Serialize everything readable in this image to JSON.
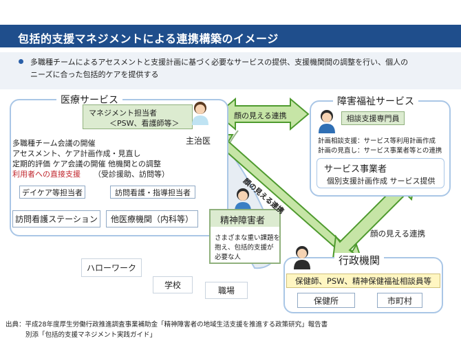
{
  "title": "包括的支援マネジメントによる連携構築のイメージ",
  "intro": {
    "line1": "多職種チームによるアセスメントと支援計画に基づく必要なサービスの提供、支援機関間の調整を行い、個人の",
    "line2": "ニーズに合った包括的ケアを提供する"
  },
  "medical": {
    "title": "医療サービス",
    "manager_line1": "マネジメント担当者",
    "manager_line2": "＜PSW、看護師等＞",
    "attending_doctor": "主治医",
    "lines": [
      "多職種チーム会議の開催",
      "アセスメント、ケア計画作成・見直し",
      "定期的評価  ケア会議の開催    他機関との調整",
      "利用者への直接支援"
    ],
    "direct_support_note": "（受診援助、訪問等）",
    "daycare": "デイケア等担当者",
    "home_nursing_staff": "訪問看護・指導担当者",
    "home_nursing_station": "訪問看護ステーション",
    "other_medical": "他医療機関（内科等）"
  },
  "welfare": {
    "title": "障害福祉サービス",
    "specialist": "相談支援専門員",
    "note1": "計画相談支援：サービス等利用計画作成",
    "note2": "計画の見直し：サービス事業者等との連携",
    "provider_title": "サービス事業者",
    "provider_note": "個別支援計画作成  サービス提供"
  },
  "patient": {
    "title": "精神障害者",
    "note1": "さまざまな重い課題を",
    "note2": "抱え、包括的支援が",
    "note3": "必要な人"
  },
  "government": {
    "title": "行政機関",
    "staff": "保健師、PSW、精神保健福祉相談員等",
    "health_center": "保健所",
    "municipality": "市町村"
  },
  "community": {
    "hello_work": "ハローワーク",
    "school": "学校",
    "workplace": "職場"
  },
  "arrows": {
    "top": "顔の見える連携",
    "diagonal": "顔の見える連携",
    "right": "顔の見える連携"
  },
  "source": {
    "line1": "出典：平成28年度厚生労働行政推進調査事業補助金「精神障害者の地域生活支援を推進する政策研究」報告書",
    "line2": "別添「包括的支援マネジメント実践ガイド」"
  },
  "colors": {
    "title_bar": "#1f4e8c",
    "panel_border": "#a9c6e6",
    "arrow_fill": "#c6e5a6",
    "arrow_stroke": "#4e9a2e",
    "green_box": "#dcebd0",
    "highlight": "#fff6c2",
    "red_text": "#c0262d"
  },
  "icons": [
    "person-icon"
  ]
}
